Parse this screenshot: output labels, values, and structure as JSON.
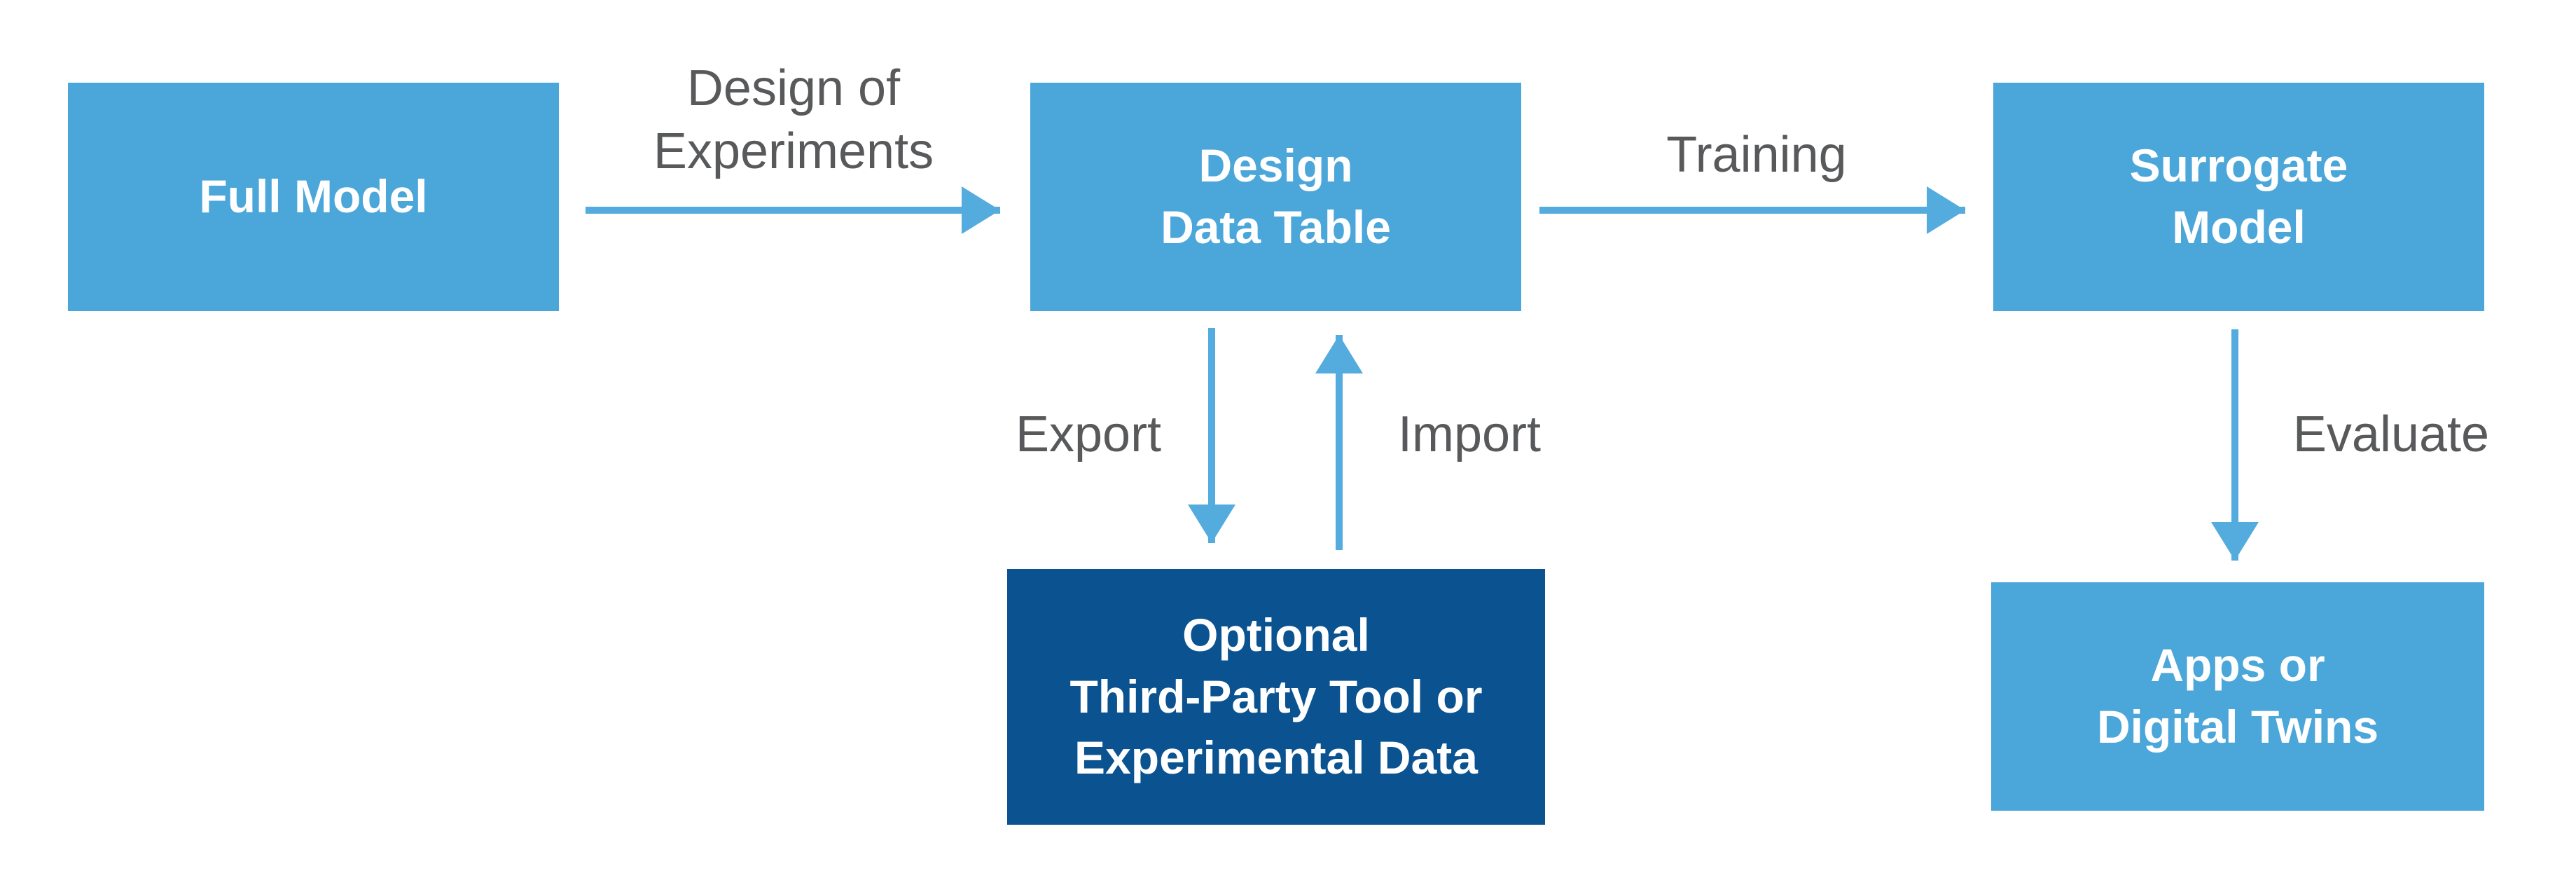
{
  "colors": {
    "box_light": "#4BA6D9",
    "box_dark": "#0A5290",
    "arrow": "#54ABDE",
    "label_gray": "#58595B",
    "box_text": "#FFFFFF",
    "background": "#FFFFFF"
  },
  "nodes": {
    "full_model": {
      "label": "Full Model",
      "style": "light"
    },
    "design_data_table": {
      "label": "Design\nData Table",
      "style": "light"
    },
    "surrogate_model": {
      "label": "Surrogate\nModel",
      "style": "light"
    },
    "third_party_tool": {
      "label": "Optional\nThird-Party Tool or\nExperimental Data",
      "style": "dark"
    },
    "apps_digital_twins": {
      "label": "Apps or\nDigital Twins",
      "style": "light"
    }
  },
  "edges": {
    "design_of_experiments": {
      "label": "Design of\nExperiments",
      "from": "full_model",
      "to": "design_data_table",
      "direction": "right"
    },
    "training": {
      "label": "Training",
      "from": "design_data_table",
      "to": "surrogate_model",
      "direction": "right"
    },
    "export": {
      "label": "Export",
      "from": "design_data_table",
      "to": "third_party_tool",
      "direction": "down"
    },
    "import": {
      "label": "Import",
      "from": "third_party_tool",
      "to": "design_data_table",
      "direction": "up"
    },
    "evaluate": {
      "label": "Evaluate",
      "from": "surrogate_model",
      "to": "apps_digital_twins",
      "direction": "down"
    }
  }
}
